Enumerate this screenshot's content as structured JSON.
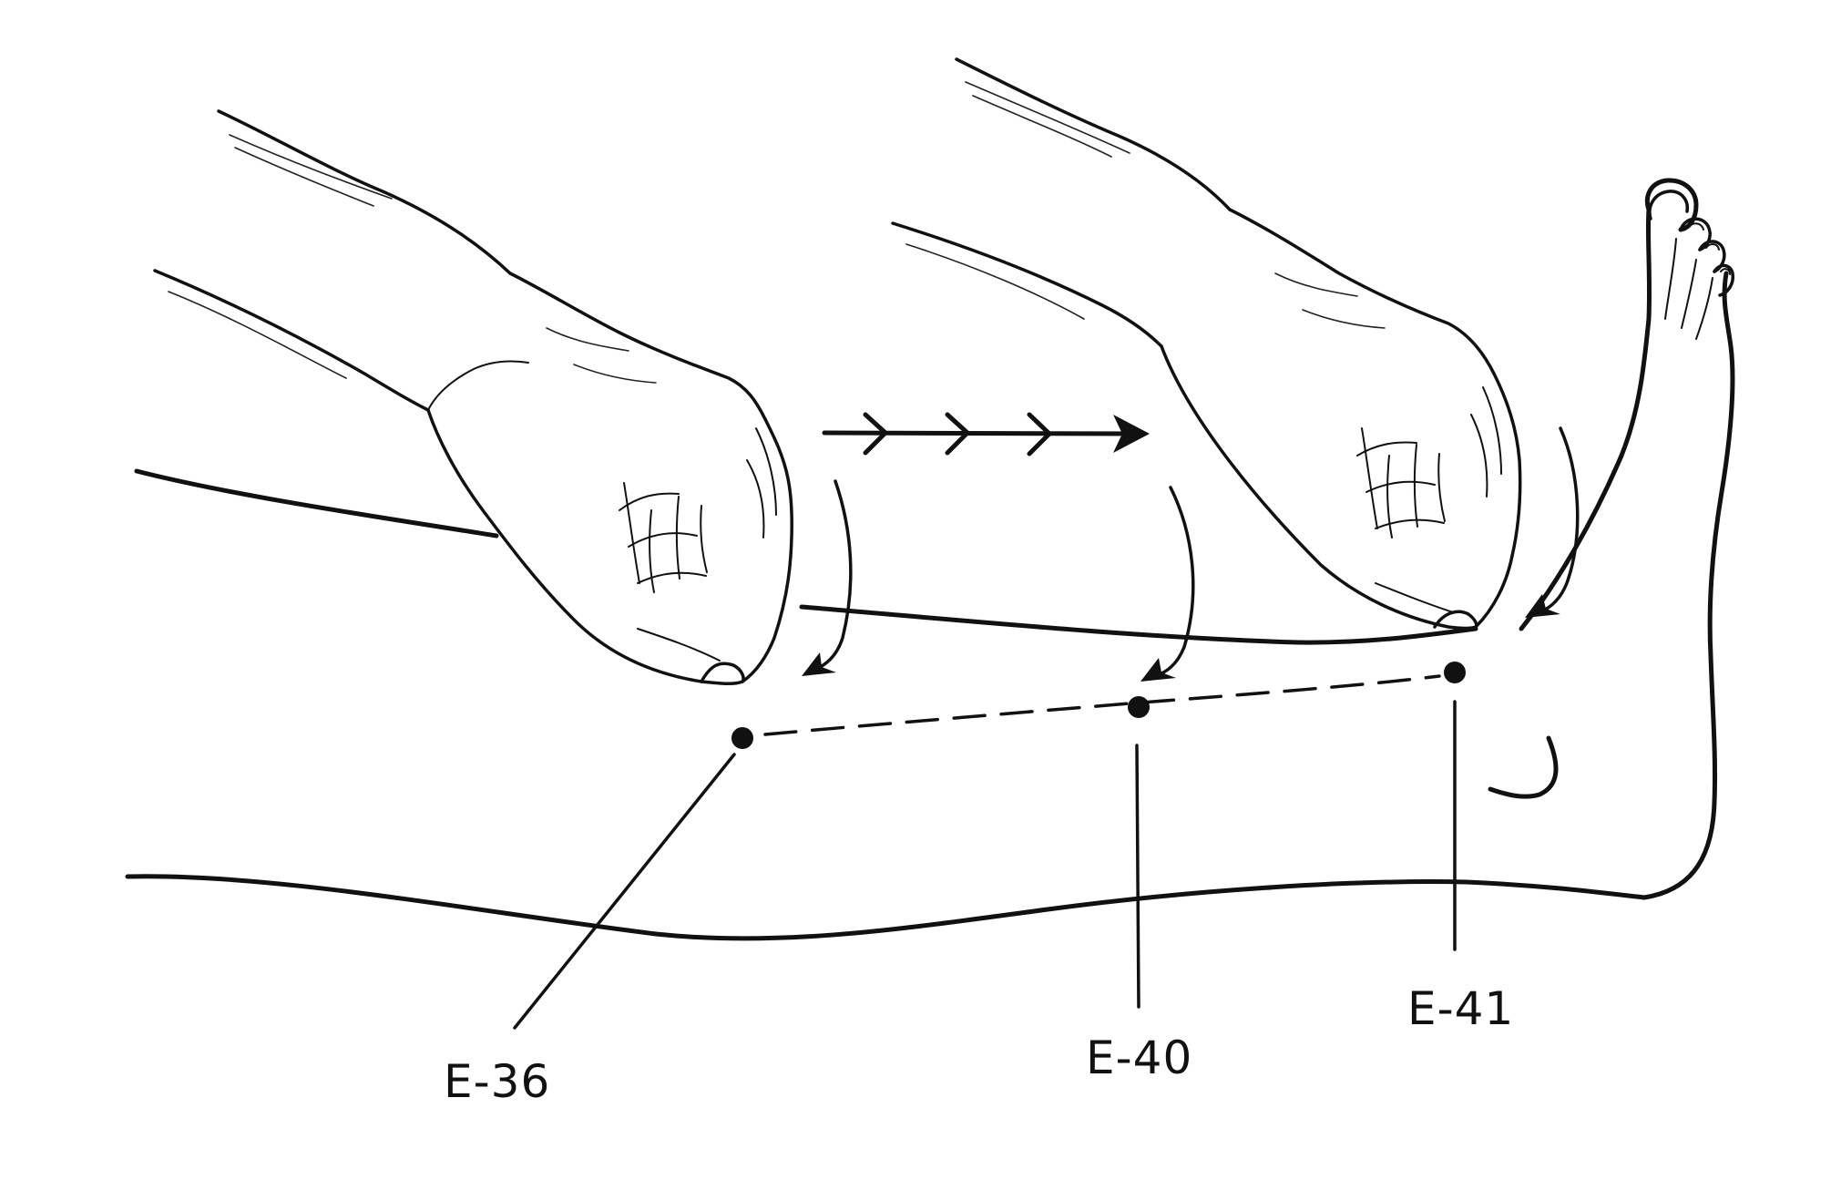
{
  "points": [
    {
      "id": "e36",
      "label": "E-36"
    },
    {
      "id": "e40",
      "label": "E-40"
    },
    {
      "id": "e41",
      "label": "E-41"
    }
  ],
  "ink_color": "#111111",
  "background": "#ffffff"
}
